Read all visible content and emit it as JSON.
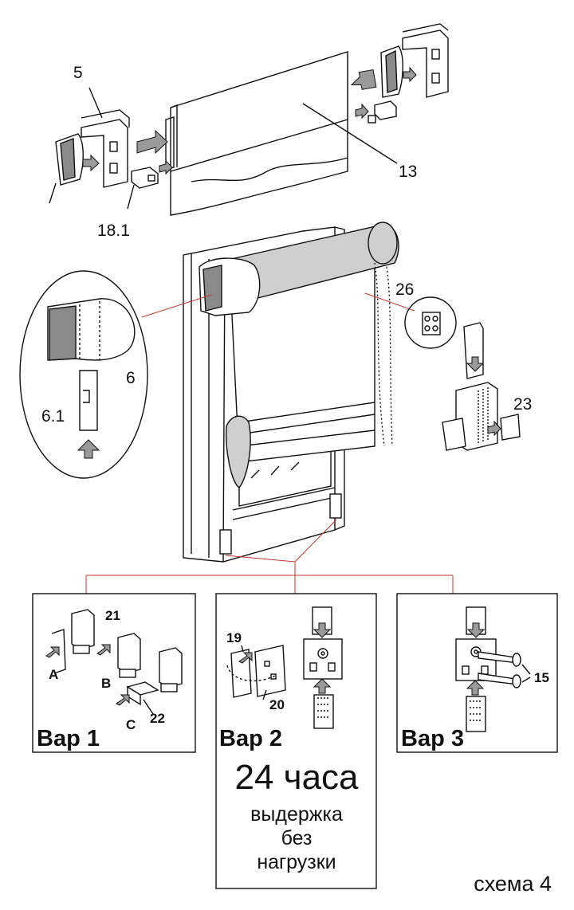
{
  "labels": {
    "n5": "5",
    "n13": "13",
    "n18_1": "18.1",
    "n26": "26",
    "n6": "6",
    "n6_1": "6.1",
    "n23": "23",
    "n21": "21",
    "nA": "A",
    "nB": "B",
    "nC": "C",
    "n22": "22",
    "n19": "19",
    "n20": "20",
    "n15": "15"
  },
  "variants": {
    "var1": "Вар 1",
    "var2": "Вар 2",
    "var3": "Вар 3"
  },
  "note": {
    "hours": "24 часа",
    "line1": "выдержка",
    "line2": "без",
    "line3": "нагрузки"
  },
  "scheme": "схема 4"
}
